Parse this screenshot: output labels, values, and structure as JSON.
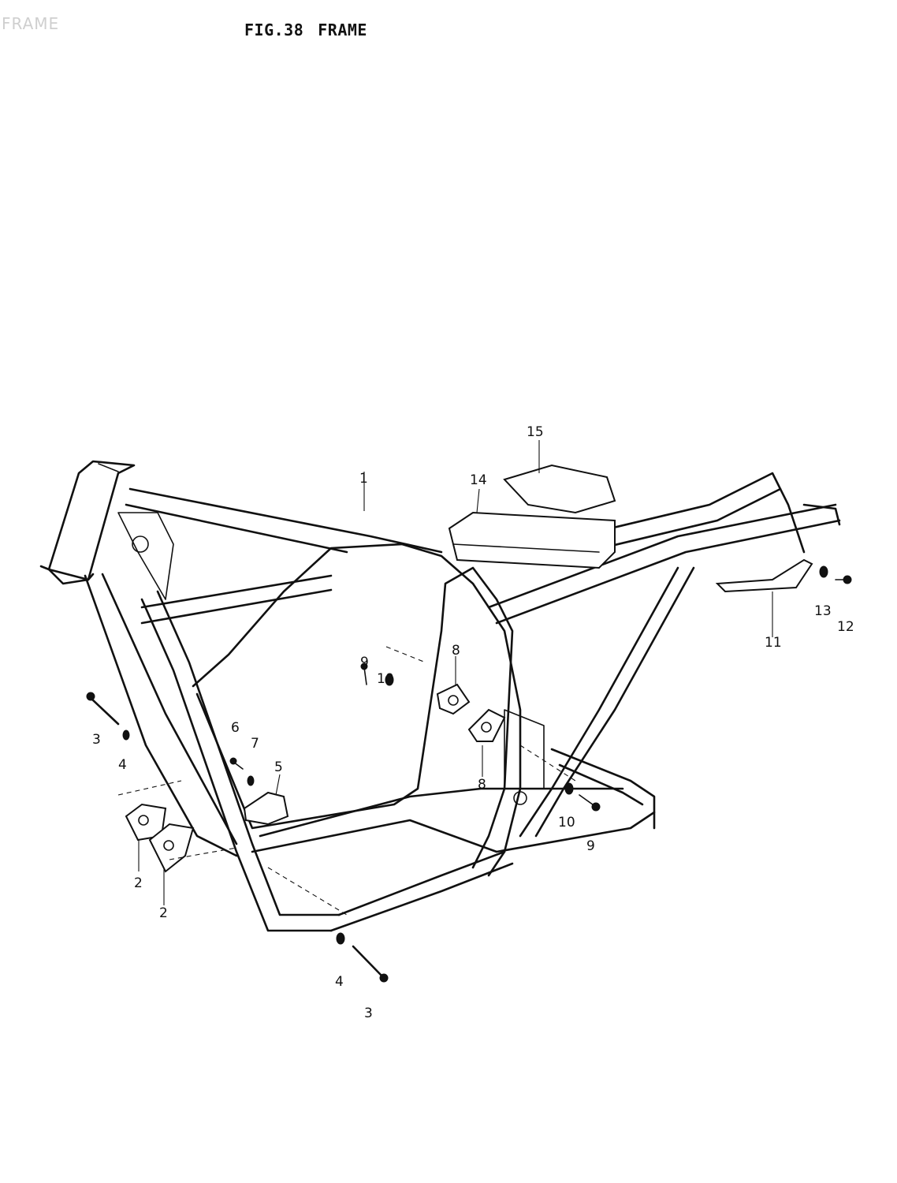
{
  "header": {
    "fig_number": "FIG.38",
    "fig_name": "FRAME"
  },
  "watermark": "FRAME",
  "callouts": {
    "c1": "1",
    "c2a": "2",
    "c2b": "2",
    "c3a": "3",
    "c3b": "3",
    "c4a": "4",
    "c4b": "4",
    "c5": "5",
    "c6": "6",
    "c7": "7",
    "c8a": "8",
    "c8b": "8",
    "c9a": "9",
    "c9b": "9",
    "c10a": "10",
    "c10b": "10",
    "c11": "11",
    "c12": "12",
    "c13": "13",
    "c14": "14",
    "c15": "15"
  }
}
